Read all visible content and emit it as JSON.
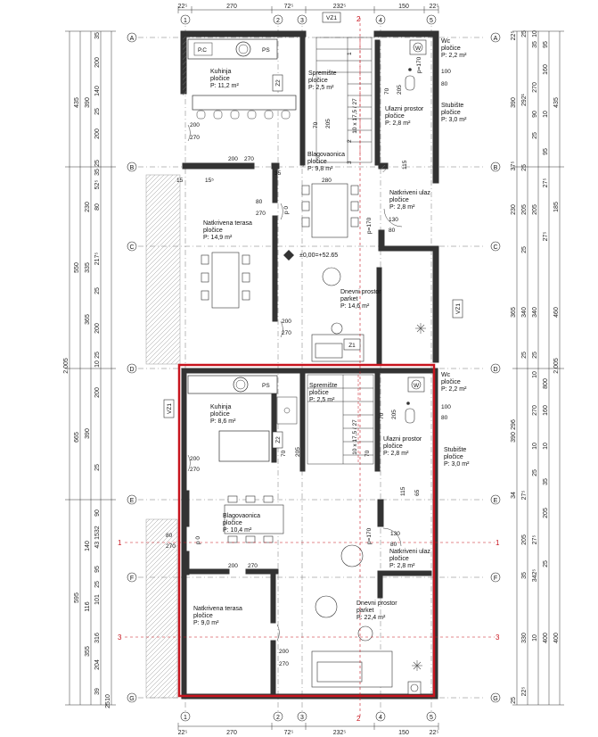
{
  "grid": {
    "rows": [
      "A",
      "B",
      "C",
      "D",
      "E",
      "F",
      "G"
    ],
    "cols": [
      "1",
      "2",
      "3",
      "4",
      "5"
    ],
    "col2_bottom": "2"
  },
  "dims": {
    "top": [
      "22⁵",
      "270",
      "72⁵",
      "232⁵",
      "150",
      "22⁵"
    ],
    "bottom": [
      "22⁵",
      "270",
      "72⁵",
      "232⁵",
      "150",
      "22⁵"
    ],
    "total_vertical": "2.005",
    "left_outer": [
      "435",
      "550",
      "665",
      "595"
    ],
    "left_inner": [
      "390",
      "230",
      "335",
      "365",
      "390",
      "140",
      "116",
      "355"
    ],
    "left_small": [
      "35",
      "200",
      "140",
      "25",
      "200",
      "25",
      "35",
      "52⁵",
      "80",
      "217⁵",
      "25",
      "200",
      "25",
      "10",
      "200",
      "25",
      "90",
      "43 1532",
      "95",
      "25",
      "101",
      "316",
      "204",
      "39",
      "10",
      "25"
    ],
    "right_outer": [
      "435",
      "800",
      "2.005"
    ],
    "right_inner": [
      "390",
      "292¹",
      "296",
      "390",
      "230",
      "185",
      "365",
      "460",
      "400",
      "400"
    ],
    "right_small": [
      "22⁵",
      "25",
      "10",
      "35",
      "95",
      "160",
      "270",
      "90",
      "10",
      "25",
      "95",
      "37⁵",
      "25",
      "27⁵",
      "205",
      "205",
      "27⁵",
      "25",
      "340",
      "340",
      "25",
      "25",
      "10",
      "270",
      "160",
      "10",
      "10",
      "25",
      "35",
      "34",
      "27⁵",
      "205",
      "205",
      "27⁵",
      "25",
      "35",
      "342⁵",
      "330",
      "10",
      "22⁵",
      "25"
    ]
  },
  "upper_unit": {
    "kitchen": {
      "name": "Kuhinja",
      "finish": "pločice",
      "area": "P: 11,2 m²"
    },
    "pantry": {
      "name": "Spremište",
      "finish": "pločice",
      "area": "P: 2,5 m²"
    },
    "wc": {
      "name": "Wc",
      "finish": "pločice",
      "area": "P: 2,2 m²"
    },
    "entry": {
      "name": "Ulazni prostor",
      "finish": "pločice",
      "area": "P: 2,8 m²"
    },
    "stairs": {
      "name": "Stubište",
      "finish": "pločice",
      "area": "P: 3,0 m²"
    },
    "dining": {
      "name": "Blagovaonica",
      "finish": "pločice",
      "area": "P: 9,8 m²"
    },
    "covered_entry": {
      "name": "Natkriveni ulaz",
      "finish": "pločice",
      "area": "P: 2,8 m²"
    },
    "terrace": {
      "name": "Natkrivena terasa",
      "finish": "pločice",
      "area": "P: 14,9 m²"
    },
    "living": {
      "name": "Dnevni prostor",
      "finish": "parket",
      "area": "P: 14,6 m²"
    },
    "level": "±0,00=+52.65"
  },
  "lower_unit": {
    "kitchen": {
      "name": "Kuhinja",
      "finish": "pločice",
      "area": "P: 8,6 m²"
    },
    "pantry": {
      "name": "Spremište",
      "finish": "pločice",
      "area": "P: 2,5 m²"
    },
    "wc": {
      "name": "Wc",
      "finish": "pločice",
      "area": "P: 2,2 m²"
    },
    "entry": {
      "name": "Ulazni prostor",
      "finish": "pločice",
      "area": "P: 2,8 m²"
    },
    "stairs": {
      "name": "Stubište",
      "finish": "pločice",
      "area": "P: 3,0 m²"
    },
    "dining": {
      "name": "Blagovaonica",
      "finish": "pločice",
      "area": "P: 10,4 m²"
    },
    "covered_entry": {
      "name": "Natkriveni ulaz",
      "finish": "pločice",
      "area": "P: 2,8 m²"
    },
    "terrace": {
      "name": "Natkrivena terasa",
      "finish": "pločice",
      "area": "P: 9,0 m²"
    },
    "living": {
      "name": "Dnevni prostor",
      "finish": "parket",
      "area": "P: 22,4 m²"
    }
  },
  "tags": {
    "vz1": "VZ1",
    "z1": "Z1",
    "z2": "Z2",
    "ps": "PS",
    "pc": "P.C",
    "wm": "W"
  },
  "openings": {
    "w200": "200",
    "w270": "270",
    "w80": "80",
    "w100": "100",
    "w130": "130",
    "w115": "115",
    "w170": "170",
    "w205": "205",
    "w70": "70",
    "w280": "280",
    "w35": "35",
    "w15": "15",
    "w15b": "15⁵",
    "p0": "p 0",
    "pp170": "p=170",
    "w65": "65",
    "s1": "1",
    "s2": "2",
    "s3": "3",
    "stair_note": "10 x 17,5 / 27"
  },
  "markers": {
    "left1": "1",
    "left3": "3",
    "right1": "1",
    "right3": "3"
  },
  "colors": {
    "highlight": "#c8141e",
    "wall": "#333333",
    "hatch": "#777777"
  }
}
